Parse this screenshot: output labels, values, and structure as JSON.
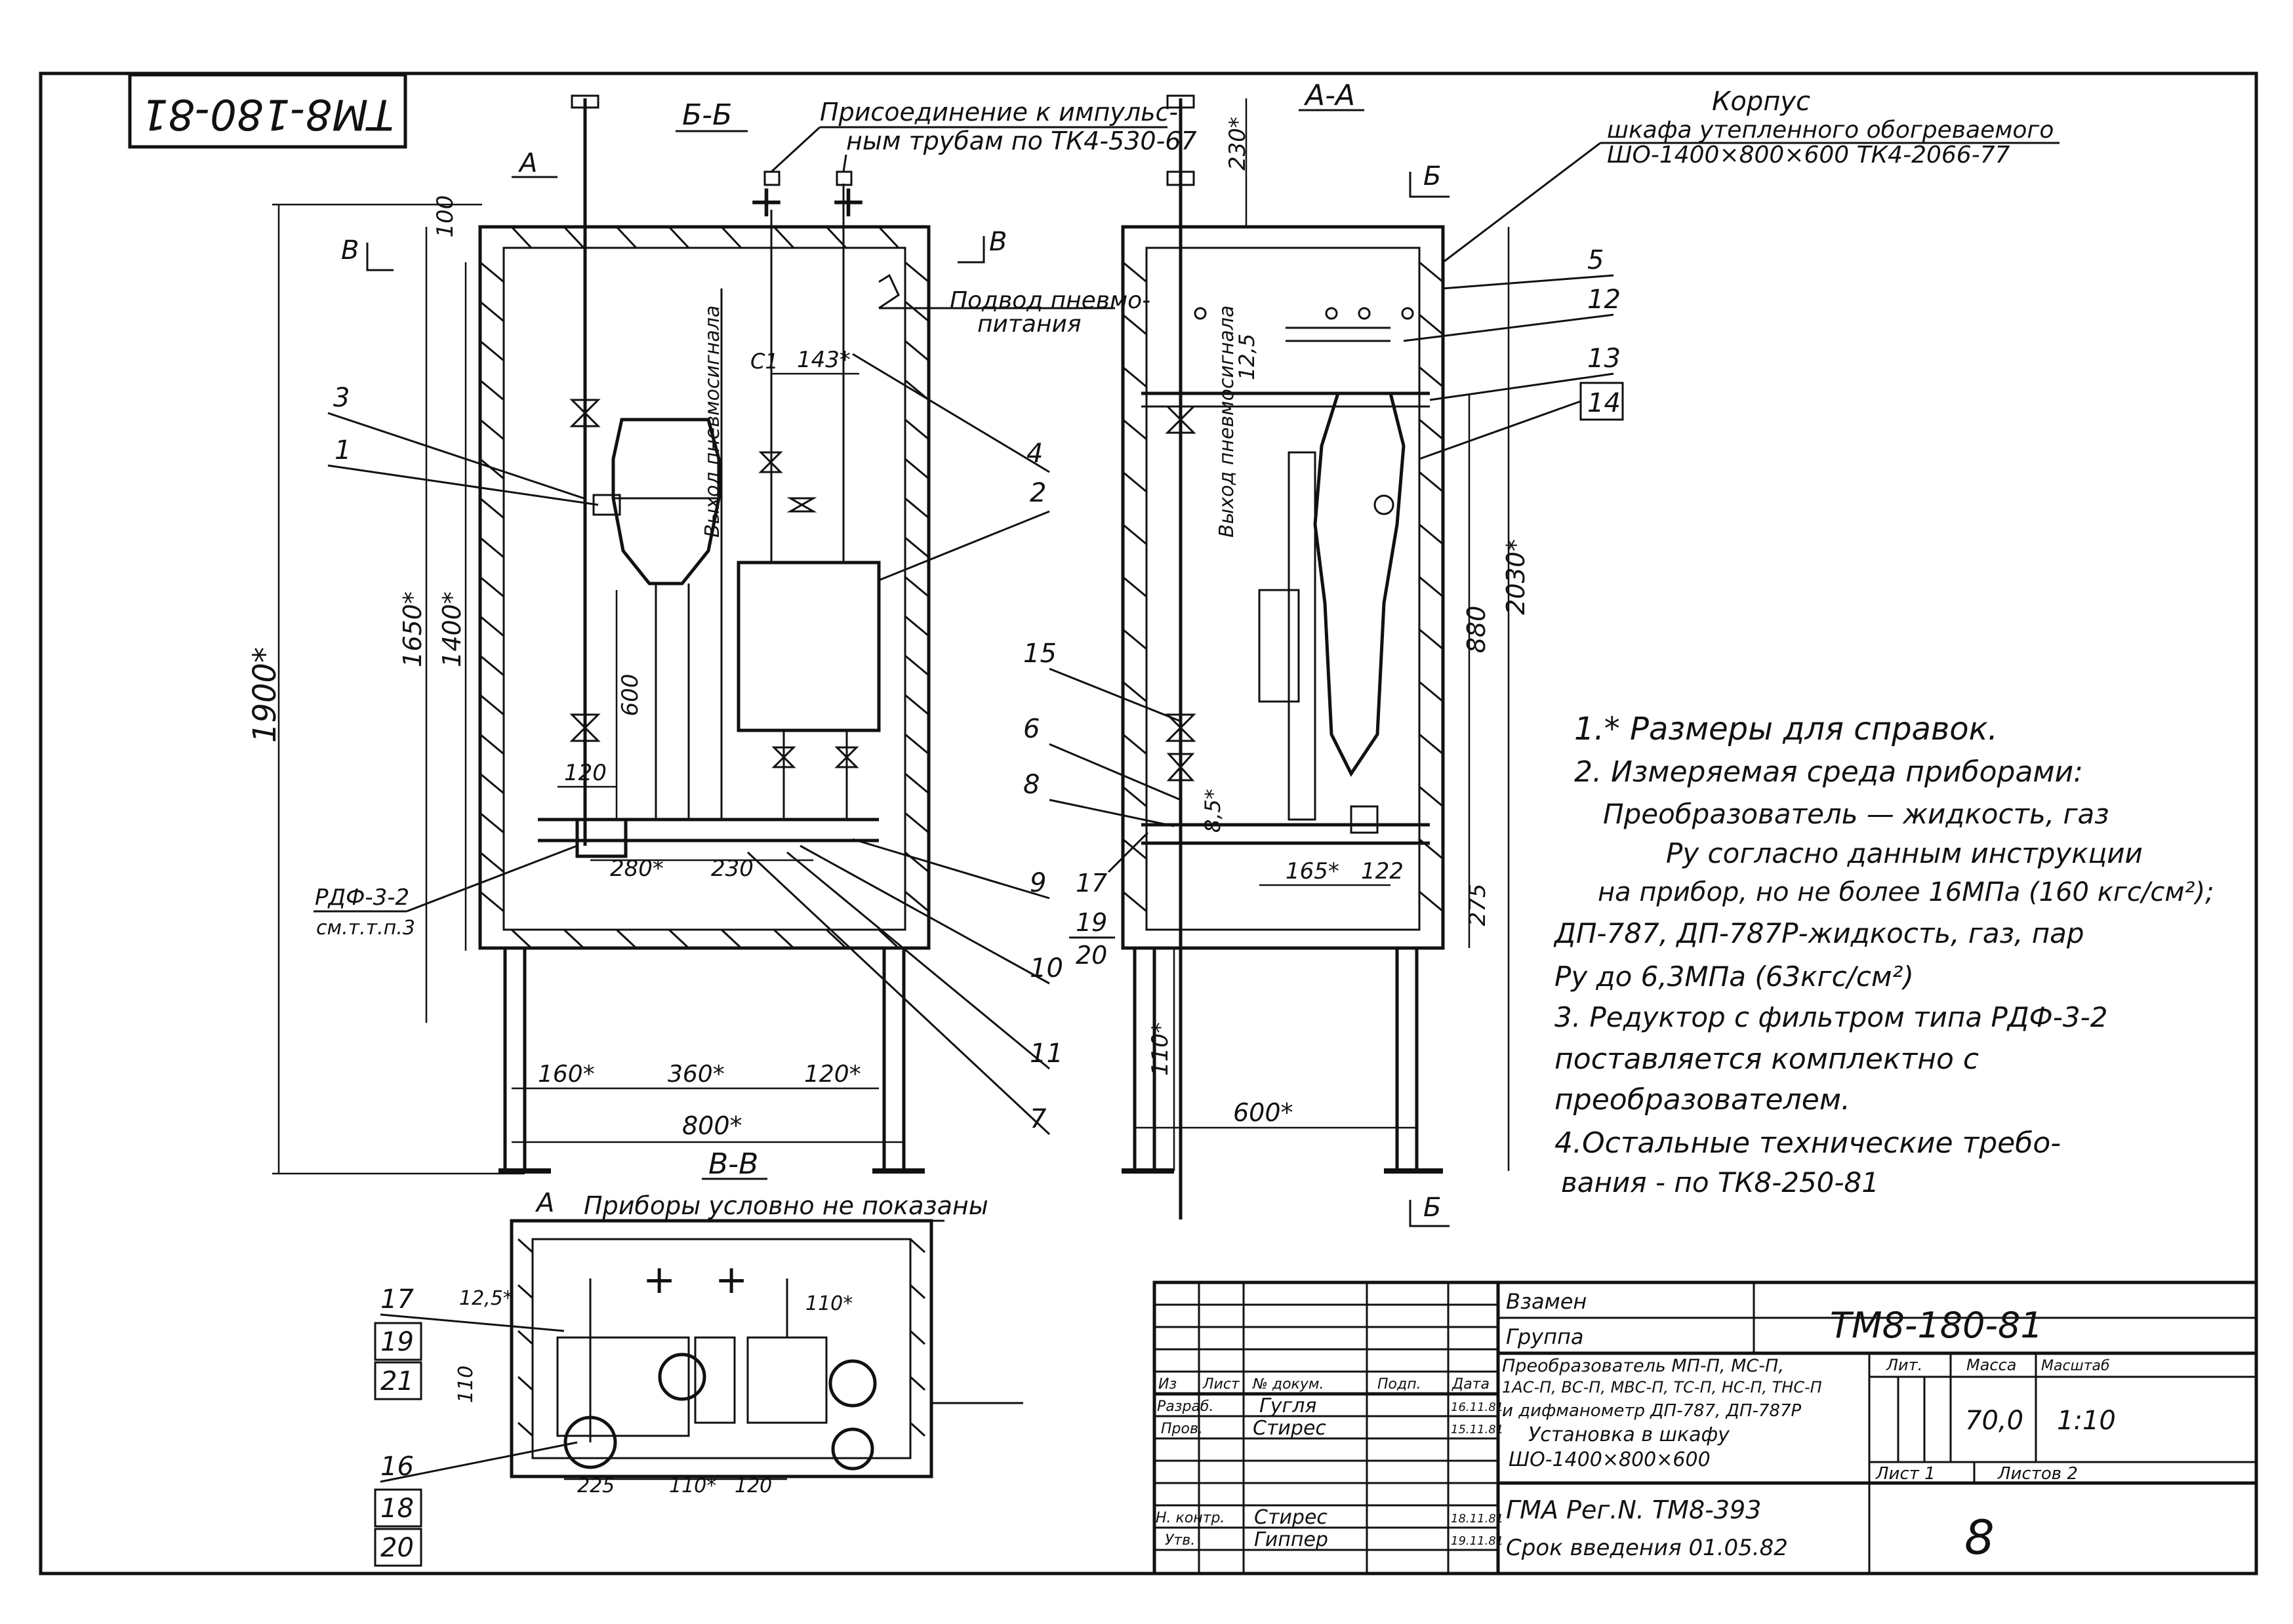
{
  "drawing": {
    "code_top": "ТМ8-180-81",
    "sections": {
      "bb": "Б-Б",
      "aa": "А-А",
      "vv": "В-В",
      "a_mark": "А",
      "b_mark": "Б",
      "v_mark": "В"
    },
    "callouts": {
      "connection_line1": "Присоединение к импульс-",
      "connection_line2": "ным трубам по ТК4-530-67",
      "pneumo_line1": "Подвод пневмо-",
      "pneumo_line2": "питания",
      "body_line1": "Корпус",
      "body_line2": "шкафа утепленного обогреваемого",
      "body_line3": "ШО-1400×800×600  ТК4-2066-77",
      "output1": "Выход пневмосигнала",
      "output2": "Выход пневмосигнала",
      "rdf_line1": "РДФ-3-2",
      "rdf_line2": "см.т.т.п.3",
      "instruments_hidden": "Приборы условно не показаны",
      "plus": "+",
      "c1": "С1"
    },
    "leaders": [
      "3",
      "1",
      "2",
      "4",
      "5",
      "12",
      "13",
      "14",
      "15",
      "6",
      "8",
      "9",
      "10",
      "11",
      "7",
      "17",
      "19",
      "20",
      "16",
      "18",
      "21"
    ],
    "dims": {
      "d1900": "1900*",
      "d1650": "1650*",
      "d1400": "1400*",
      "d600": "600",
      "d100": "100",
      "d120": "120",
      "d280": "280*",
      "d230": "230",
      "d160": "160*",
      "d360": "360*",
      "d120b": "120*",
      "d800": "800*",
      "d143": "143*",
      "d230top": "230*",
      "d880": "880",
      "d2030": "2030*",
      "d275": "275",
      "d165": "165*",
      "d122": "122",
      "d110": "110*",
      "d600w": "600*",
      "d12_5": "12,5",
      "d8_5": "8,5*",
      "d12_5b": "12,5*",
      "d110b": "110*",
      "d110c": "110",
      "d225": "225",
      "d110d": "110*",
      "d120c": "120"
    },
    "notes": [
      "1.* Размеры для справок.",
      "2. Измеряемая среда приборами:",
      "Преобразователь — жидкость, газ",
      "Py согласно данным инструкции",
      "на прибор, но не более 16МПа (160 кгс/см²);",
      "ДП-787, ДП-787Р-жидкость, газ, пар",
      "Py до 6,3МПа (63кгс/см²)",
      "3. Редуктор с фильтром типа РДФ-3-2",
      "поставляется комплектно с",
      "преобразователем.",
      "4.Остальные технические требо-",
      "вания - по ТК8-250-81"
    ]
  },
  "title_block": {
    "vzamen": "Взамен",
    "gruppa": "Группа",
    "code": "ТМ8-180-81",
    "cols": [
      "Из",
      "Лист",
      "№ докум.",
      "Подп.",
      "Дата"
    ],
    "rows": [
      {
        "role": "Разраб.",
        "name": "Гугля",
        "date": "16.11.81"
      },
      {
        "role": "Пров.",
        "name": "Стирес",
        "date": "15.11.81"
      },
      {
        "role": "Н. контр.",
        "name": "Стирес",
        "date": "18.11.81"
      },
      {
        "role": "Утв.",
        "name": "Гиппер",
        "date": "19.11.81"
      }
    ],
    "desc": [
      "Преобразователь МП-П, МС-П,",
      "1АС-П, ВС-П, МВС-П, ТС-П, НС-П, ТНС-П",
      "и дифманометр ДП-787, ДП-787Р",
      "Установка в шкафу",
      "ШО-1400×800×600"
    ],
    "lit": "Лит.",
    "massa": "Масса",
    "masshtab": "Масштаб",
    "massa_val": "70,0",
    "masshtab_val": "1:10",
    "list_label": "Лист 1",
    "listov_label": "Листов 2",
    "reg1": "ГМА Рег.N. ТМ8-393",
    "reg2": "Срок введения 01.05.82",
    "page": "8"
  }
}
